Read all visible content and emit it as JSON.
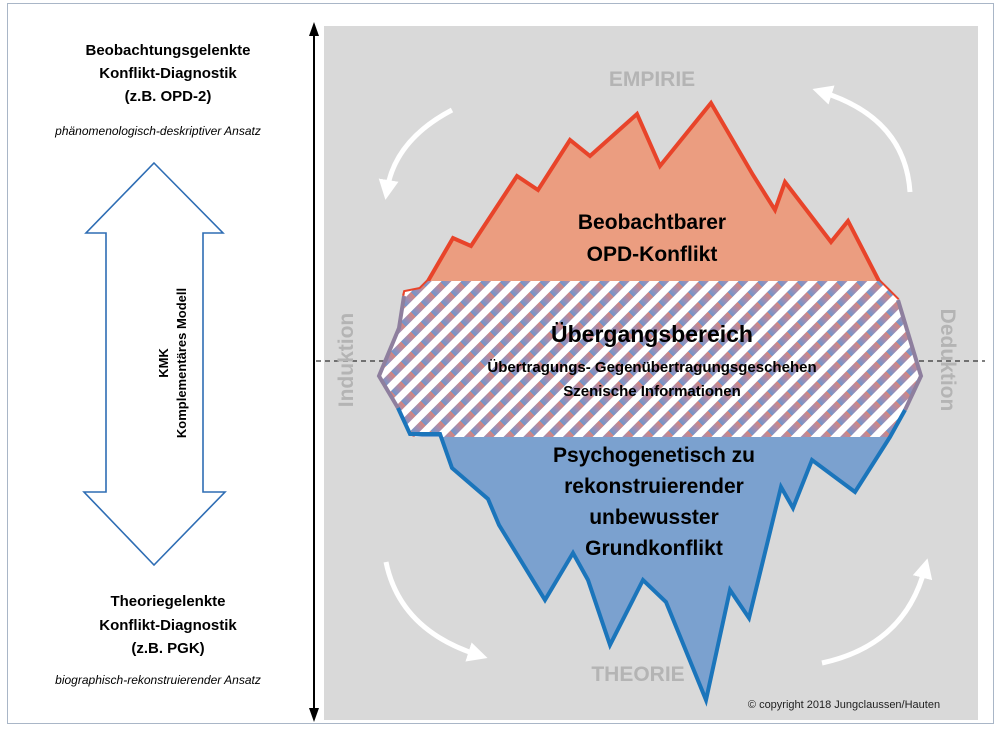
{
  "left_panel": {
    "top_heading": [
      "Beobachtungsgelenkte",
      "Konflikt-Diagnostik",
      "(z.B. OPD-2)"
    ],
    "top_subtitle": "phänomenologisch-deskriptiver Ansatz",
    "arrow_label_line1": "KMK",
    "arrow_label_line2": "Komplementäres Modell",
    "bottom_heading": [
      "Theoriegelenkte",
      "Konflikt-Diagnostik",
      "(z.B. PGK)"
    ],
    "bottom_subtitle": "biographisch-rekonstruierender Ansatz"
  },
  "diagram": {
    "label_top": "EMPIRIE",
    "label_bottom": "THEORIE",
    "label_left": "Induktion",
    "label_right": "Deduktion",
    "upper_zone": [
      "Beobachtbarer",
      "OPD-Konflikt"
    ],
    "middle_zone": {
      "title": "Übergangsbereich",
      "line1": "Übertragungs- Gegenübertragungsgeschehen",
      "line2": "Szenische Informationen"
    },
    "lower_zone": [
      "Psychogenetisch zu",
      "rekonstruierender",
      "unbewusster",
      "Grundkonflikt"
    ],
    "copyright": "© copyright 2018 Jungclaussen/Hauten"
  },
  "colors": {
    "panel_gray": "#d9d9d9",
    "upper_fill": "#eb9d80",
    "upper_stroke": "#e8442a",
    "lower_fill": "#7ba1cf",
    "lower_stroke": "#1b75bb",
    "arrow_outline": "#2e6db4",
    "label_gray": "#b4b4b4"
  }
}
